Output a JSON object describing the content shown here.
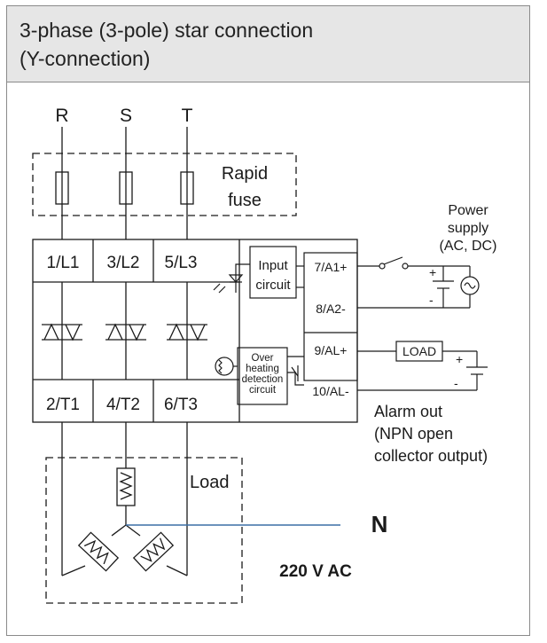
{
  "header": {
    "title_line1": "3-phase (3-pole) star connection",
    "title_line2": "(Y-connection)"
  },
  "phases": [
    "R",
    "S",
    "T"
  ],
  "fuse_label": {
    "line1": "Rapid",
    "line2": "fuse"
  },
  "line_terminals": [
    "1/L1",
    "3/L2",
    "5/L3"
  ],
  "load_terminals": [
    "2/T1",
    "4/T2",
    "6/T3"
  ],
  "input_circuit": {
    "line1": "Input",
    "line2": "circuit"
  },
  "overheat_circuit": {
    "line1": "Over",
    "line2": "heating",
    "line3": "detection",
    "line4": "circuit"
  },
  "control_terminals": [
    "7/A1+",
    "8/A2-",
    "9/AL+",
    "10/AL-"
  ],
  "power_supply": {
    "line1": "Power",
    "line2": "supply",
    "line3": "(AC, DC)"
  },
  "alarm_load_label": "LOAD",
  "alarm_out": {
    "line1": "Alarm out",
    "line2": "(NPN open",
    "line3": "collector output)"
  },
  "load_label": "Load",
  "neutral_label": "N",
  "voltage_label": "220 V AC",
  "polarity": {
    "plus": "+",
    "minus": "-"
  },
  "colors": {
    "neutral_line": "#3b6ea5",
    "header_bg": "#e6e6e6",
    "line": "#1a1a1a"
  }
}
